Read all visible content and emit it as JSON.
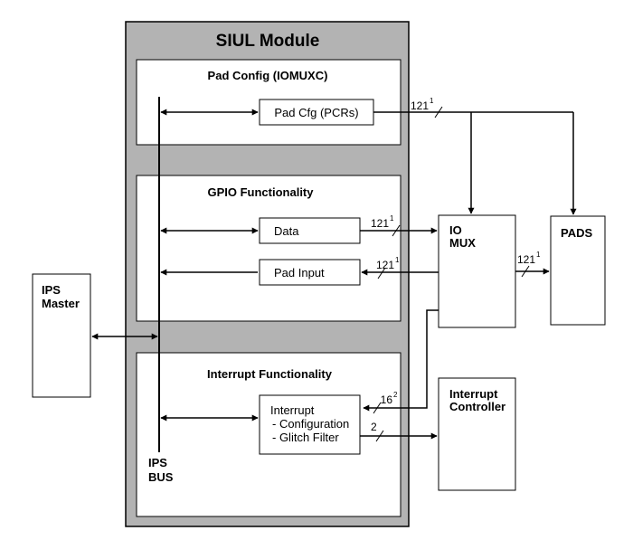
{
  "module": {
    "title": "SIUL Module",
    "sections": {
      "pad_config": "Pad Config (IOMUXC)",
      "gpio": "GPIO Functionality",
      "interrupt": "Interrupt Functionality"
    }
  },
  "blocks": {
    "pad_cfg": "Pad Cfg (PCRs)",
    "data": "Data",
    "pad_input": "Pad Input",
    "interrupt": {
      "line1": "Interrupt",
      "line2": "- Configuration",
      "line3": "- Glitch Filter"
    },
    "io_mux": {
      "line1": "IO",
      "line2": "MUX"
    },
    "pads": "PADS",
    "interrupt_controller": {
      "line1": "Interrupt",
      "line2": "Controller"
    },
    "ips_master": {
      "line1": "IPS",
      "line2": "Master"
    },
    "ips_bus": {
      "line1": "IPS",
      "line2": "BUS"
    }
  },
  "bus_widths": {
    "pcr_out": {
      "value": "121",
      "note": "1"
    },
    "data_out": {
      "value": "121",
      "note": "1"
    },
    "pad_in": {
      "value": "121",
      "note": "1"
    },
    "mux_to_pads": {
      "value": "121",
      "note": "1"
    },
    "irq_in": {
      "value": "16",
      "note": "2"
    },
    "irq_out": {
      "value": "2",
      "note": ""
    }
  }
}
